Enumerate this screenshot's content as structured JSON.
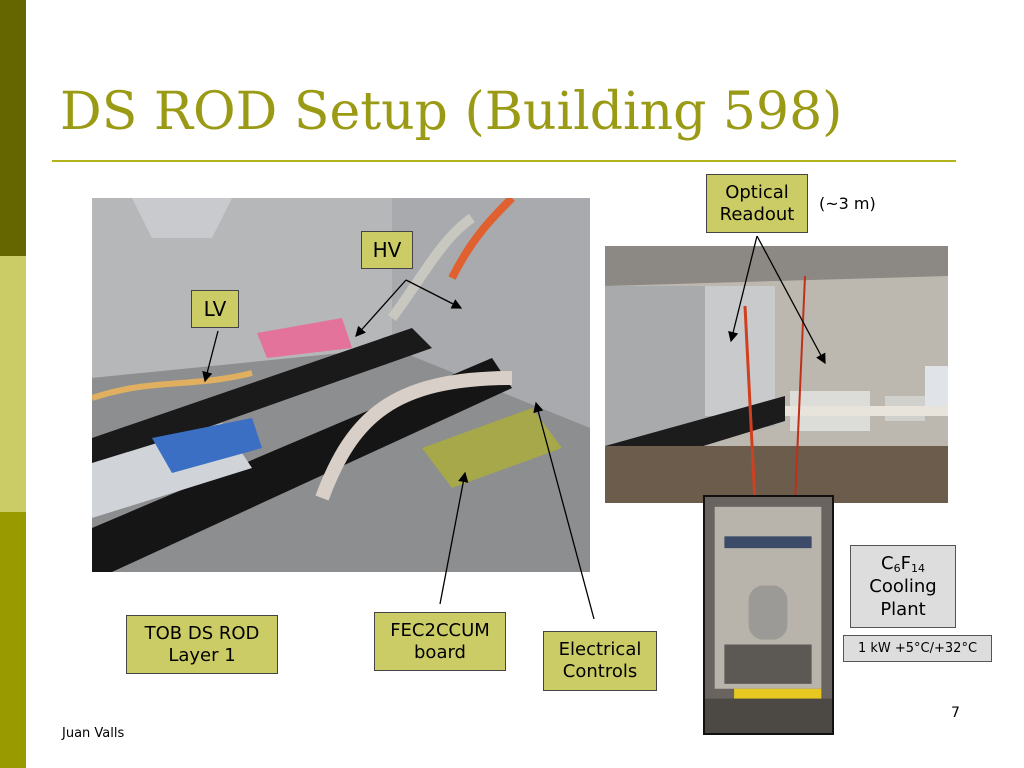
{
  "slide": {
    "title": "DS ROD Setup (Building 598)",
    "author": "Juan Valls",
    "page_number": "7"
  },
  "labels": {
    "hv": "HV",
    "lv": "LV",
    "optical_line1": "Optical",
    "optical_line2": "Readout",
    "approx_length": "(~3 m)",
    "tob_line1": "TOB DS ROD",
    "tob_line2": "Layer 1",
    "fec_line1": "FEC2CCUM",
    "fec_line2": "board",
    "elec_line1": "Electrical",
    "elec_line2": "Controls"
  },
  "cooling": {
    "formula_c": "C",
    "formula_c_sub": "6",
    "formula_f": "F",
    "formula_f_sub": "14",
    "line2": "Cooling",
    "line3": "Plant",
    "spec": "1 kW +5°C/+32°C"
  },
  "colors": {
    "title": "#9a9a14",
    "label_fill": "#cccc66",
    "band_dark": "#666600",
    "band_light": "#cccc66",
    "band_mid": "#999900"
  }
}
